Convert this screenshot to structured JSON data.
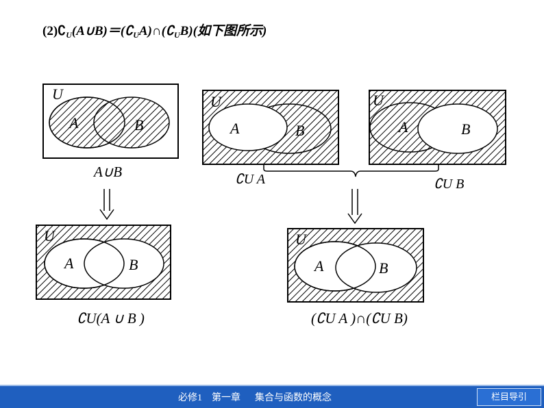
{
  "heading": {
    "prefix": "(2)∁",
    "sub1": "U",
    "part1": "(A∪B)＝(∁",
    "sub2": "U",
    "part2": "A)∩(∁",
    "sub3": "U",
    "part3": "B)(如下图所示)"
  },
  "labels": {
    "universe": "U",
    "set_a": "A",
    "set_b": "B"
  },
  "captions": {
    "union": "A∪B",
    "comp_a": "∁U A",
    "comp_b": "∁U B",
    "comp_union": "∁U(A ∪ B )",
    "intersection": "(∁U A )∩(∁U B)"
  },
  "footer": {
    "text": "必修1    第一章      集合与函数的概念",
    "nav_button": "栏目导引"
  }
}
